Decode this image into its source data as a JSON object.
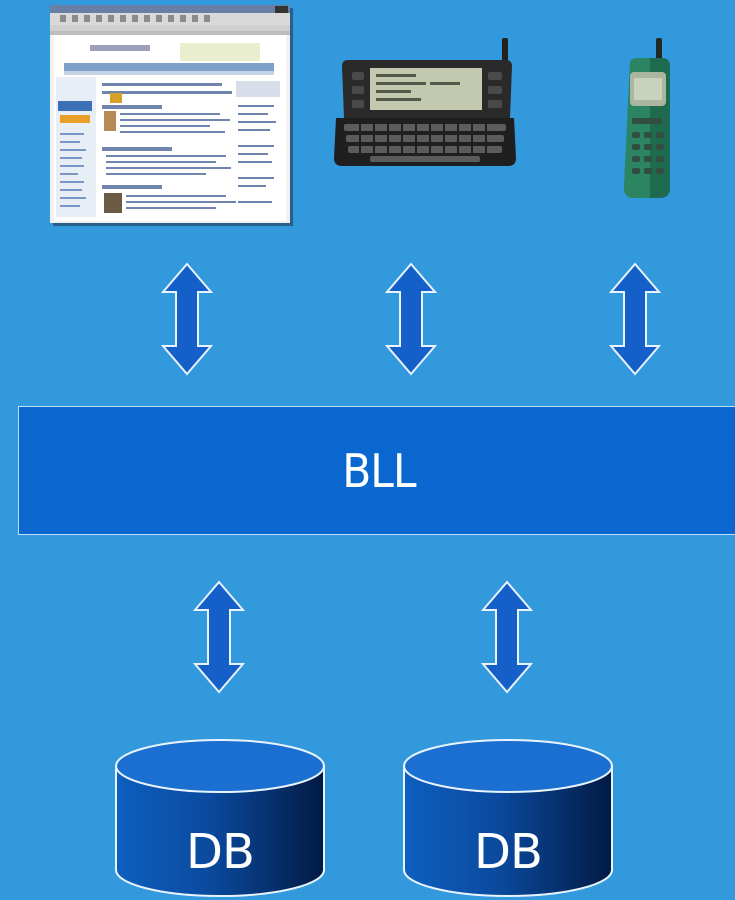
{
  "bll": {
    "label": "BLL"
  },
  "databases": [
    {
      "label": "DB"
    },
    {
      "label": "DB"
    }
  ],
  "colors": {
    "background": "#3399dd",
    "box": "#0a67cf",
    "arrow_fill": "#1560c8",
    "arrow_stroke": "#e8f3fb"
  },
  "clients": [
    {
      "icon": "web-browser-screenshot-icon"
    },
    {
      "icon": "communicator-device-icon"
    },
    {
      "icon": "mobile-phone-icon"
    }
  ]
}
